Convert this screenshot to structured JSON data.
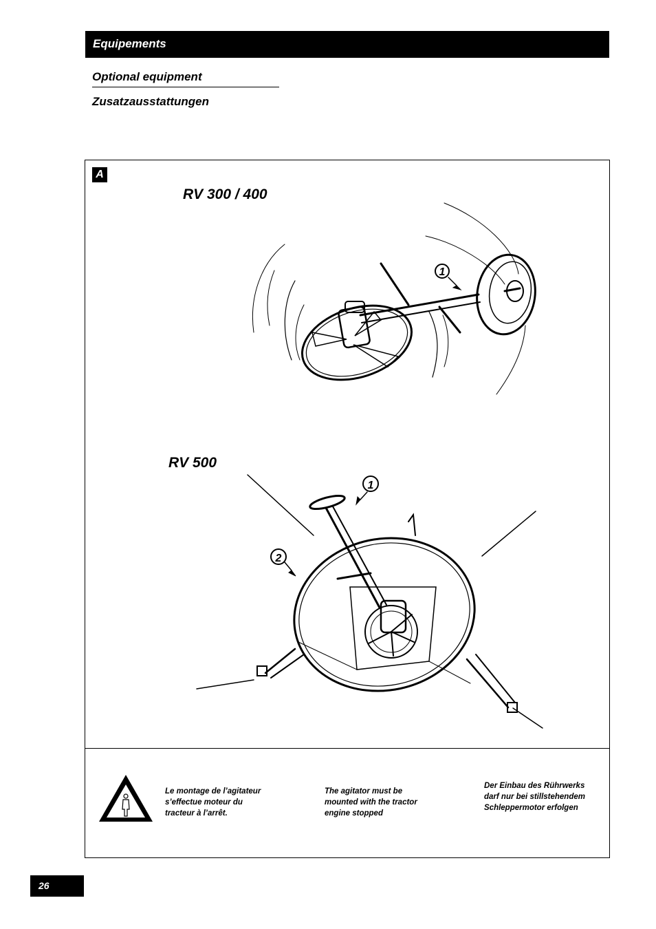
{
  "header": {
    "title": "Equipements"
  },
  "subtitles": {
    "english": "Optional equipment",
    "german": "Zusatzausstattungen"
  },
  "figure": {
    "label": "A",
    "model_top": "RV 300 / 400",
    "model_bottom": "RV 500",
    "callouts": {
      "one": "1",
      "two": "2"
    }
  },
  "warning": {
    "icon": "warning-triangle-person-icon",
    "fr": "Le montage de l’agitateur\ns’effectue moteur du\ntracteur à l’arrêt.",
    "en": "The agitator must be\nmounted with the tractor\nengine stopped",
    "de": "Der Einbau des Rührwerks\ndarf nur bei stillstehendem\nSchleppermotor erfolgen"
  },
  "page": {
    "number": "26"
  }
}
